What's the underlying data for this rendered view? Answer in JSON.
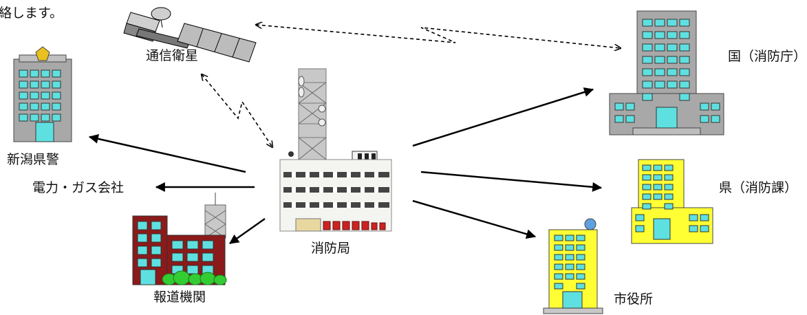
{
  "header_fragment": "絡します。",
  "nodes": {
    "satellite": "通信衛星",
    "fire_dept": "消防局",
    "police": "新潟県警",
    "utilities": "電力・ガス会社",
    "media": "報道機関",
    "national": "国（消防庁）",
    "prefecture": "県（消防課）",
    "city_hall": "市役所"
  },
  "colors": {
    "gray_building": "#a8a8a8",
    "window_cyan": "#5fe0e0",
    "yellow_building": "#ffff33",
    "red_building": "#8b1a1a",
    "tree_green": "#33cc33"
  }
}
